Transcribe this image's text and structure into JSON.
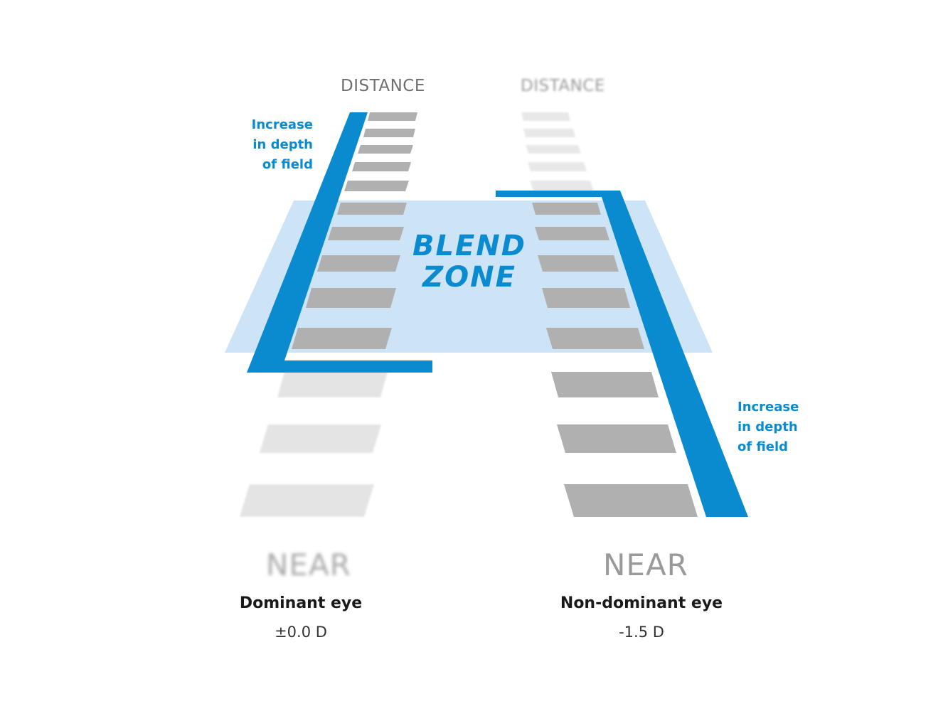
{
  "colors": {
    "accent": "#0a8bd0",
    "blend_zone": "#cde3f6",
    "bar_sharp": "#b0b0b0",
    "bar_blurred": "#e4e4e4",
    "bar_faint": "#e8e8e8"
  },
  "blend_zone": {
    "line1": "BLEND",
    "line2": "ZONE"
  },
  "dominant_eye": {
    "distance_label": "DISTANCE",
    "near_label": "NEAR",
    "depth_text": [
      "Increase",
      "in depth",
      "of field"
    ],
    "title": "Dominant eye",
    "power": "±0.0 D"
  },
  "non_dominant_eye": {
    "distance_label": "DISTANCE",
    "near_label": "NEAR",
    "depth_text": [
      "Increase",
      "in depth",
      "of field"
    ],
    "title": "Non-dominant eye",
    "power": "-1.5 D"
  }
}
